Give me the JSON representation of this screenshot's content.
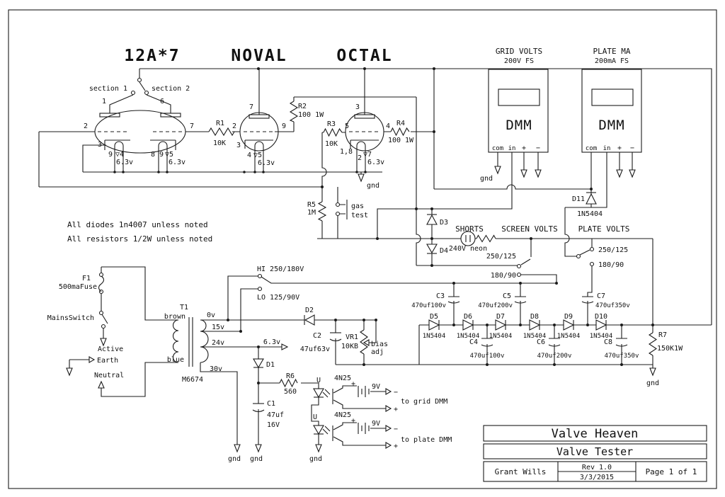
{
  "titles": {
    "t1": "12A*7",
    "t2": "NOVAL",
    "t3": "OCTAL"
  },
  "notes": {
    "l1": "All diodes 1n4007 unless noted",
    "l2": "All resistors 1/2W unless noted"
  },
  "tube1": {
    "sec1": "section 1",
    "sec2": "section 2",
    "p1": "1",
    "p6": "6",
    "p2": "2",
    "p7": "7",
    "p3": "3",
    "p9a": "9",
    "p4": "▽4",
    "p8": "8",
    "p9b": "9",
    "p5": "▽5",
    "h1": "6.3v",
    "h2": "6.3v"
  },
  "tube2": {
    "p7": "7",
    "p2": "2",
    "p9": "9",
    "p3": "3",
    "p4": "4",
    "p5": "▽5",
    "h": "6.3v"
  },
  "tube3": {
    "p3": "3",
    "p5": "5",
    "p4": "4",
    "p18": "1,8",
    "p2": "2",
    "p7": "▽7",
    "h": "6.3v"
  },
  "res": {
    "r1n": "R1",
    "r1v": "10K",
    "r2n": "R2",
    "r2v": "100 1W",
    "r3n": "R3",
    "r3v": "10K",
    "r4n": "R4",
    "r4v": "100 1W",
    "r5n": "R5",
    "r5v": "1M",
    "r6n": "R6",
    "r6v": "560",
    "r7n": "R7",
    "r7v": "150K1W"
  },
  "pot": {
    "n": "VR1",
    "v": "10KB",
    "b1": "bias",
    "b2": "adj"
  },
  "caps": {
    "c1n": "C1",
    "c1v": "47uf",
    "c1v2": "16V",
    "c2n": "C2",
    "c2v": "47uf63v",
    "c3n": "C3",
    "c3v": "470uf100v",
    "c4n": "C4",
    "c4v": "470uf100v",
    "c5n": "C5",
    "c5v": "470uf200v",
    "c6n": "C6",
    "c6v": "470uf200v",
    "c7n": "C7",
    "c7v": "470uf350v",
    "c8n": "C8",
    "c8v": "470uf350v"
  },
  "diodes": {
    "d1": "D1",
    "d2": "D2",
    "d3": "D3",
    "d4": "D4",
    "d5": "D5",
    "d6": "D6",
    "d7": "D7",
    "d8": "D8",
    "d9": "D9",
    "d10": "D10",
    "d11": "D11",
    "v5404": "1N5404"
  },
  "meters": {
    "grid": {
      "title": "GRID VOLTS",
      "fs": "200V FS",
      "dmm": "DMM",
      "com": "com",
      "in": "in",
      "p": "+",
      "m": "−"
    },
    "plate": {
      "title": "PLATE MA",
      "fs": "200mA FS",
      "dmm": "DMM",
      "com": "com",
      "in": "in",
      "p": "+",
      "m": "−"
    }
  },
  "switches": {
    "shorts": "SHORTS",
    "neon": "240V neon",
    "screen": "SCREEN VOLTS",
    "plate": "PLATE VOLTS",
    "o250": "250/125",
    "o180": "180/90",
    "hi": "HI 250/180V",
    "lo": "LO 125/90V"
  },
  "gas": {
    "l1": "gas",
    "l2": "test"
  },
  "mains": {
    "f1": "F1",
    "fuse": "500maFuse",
    "sw": "MainsSwitch",
    "active": "Active",
    "earth": "Earth",
    "neutral": "Neutral"
  },
  "xfmr": {
    "n": "T1",
    "brown": "brown",
    "blue": "blue",
    "t0": "0v",
    "t15": "15v",
    "t24": "24v",
    "t30": "30v",
    "model": "M6674"
  },
  "supply": {
    "v63": "6.3v"
  },
  "opto": {
    "n": "4N25",
    "u": "U",
    "bat": "9V",
    "p": "+",
    "m": "−",
    "tg": "to grid DMM",
    "tp": "to plate DMM"
  },
  "misc": {
    "gnd": "gnd"
  },
  "tb": {
    "company": "Valve Heaven",
    "title": "Valve Tester",
    "author": "Grant Wills",
    "rev": "Rev 1.0",
    "date": "3/3/2015",
    "page": "Page 1 of 1"
  }
}
